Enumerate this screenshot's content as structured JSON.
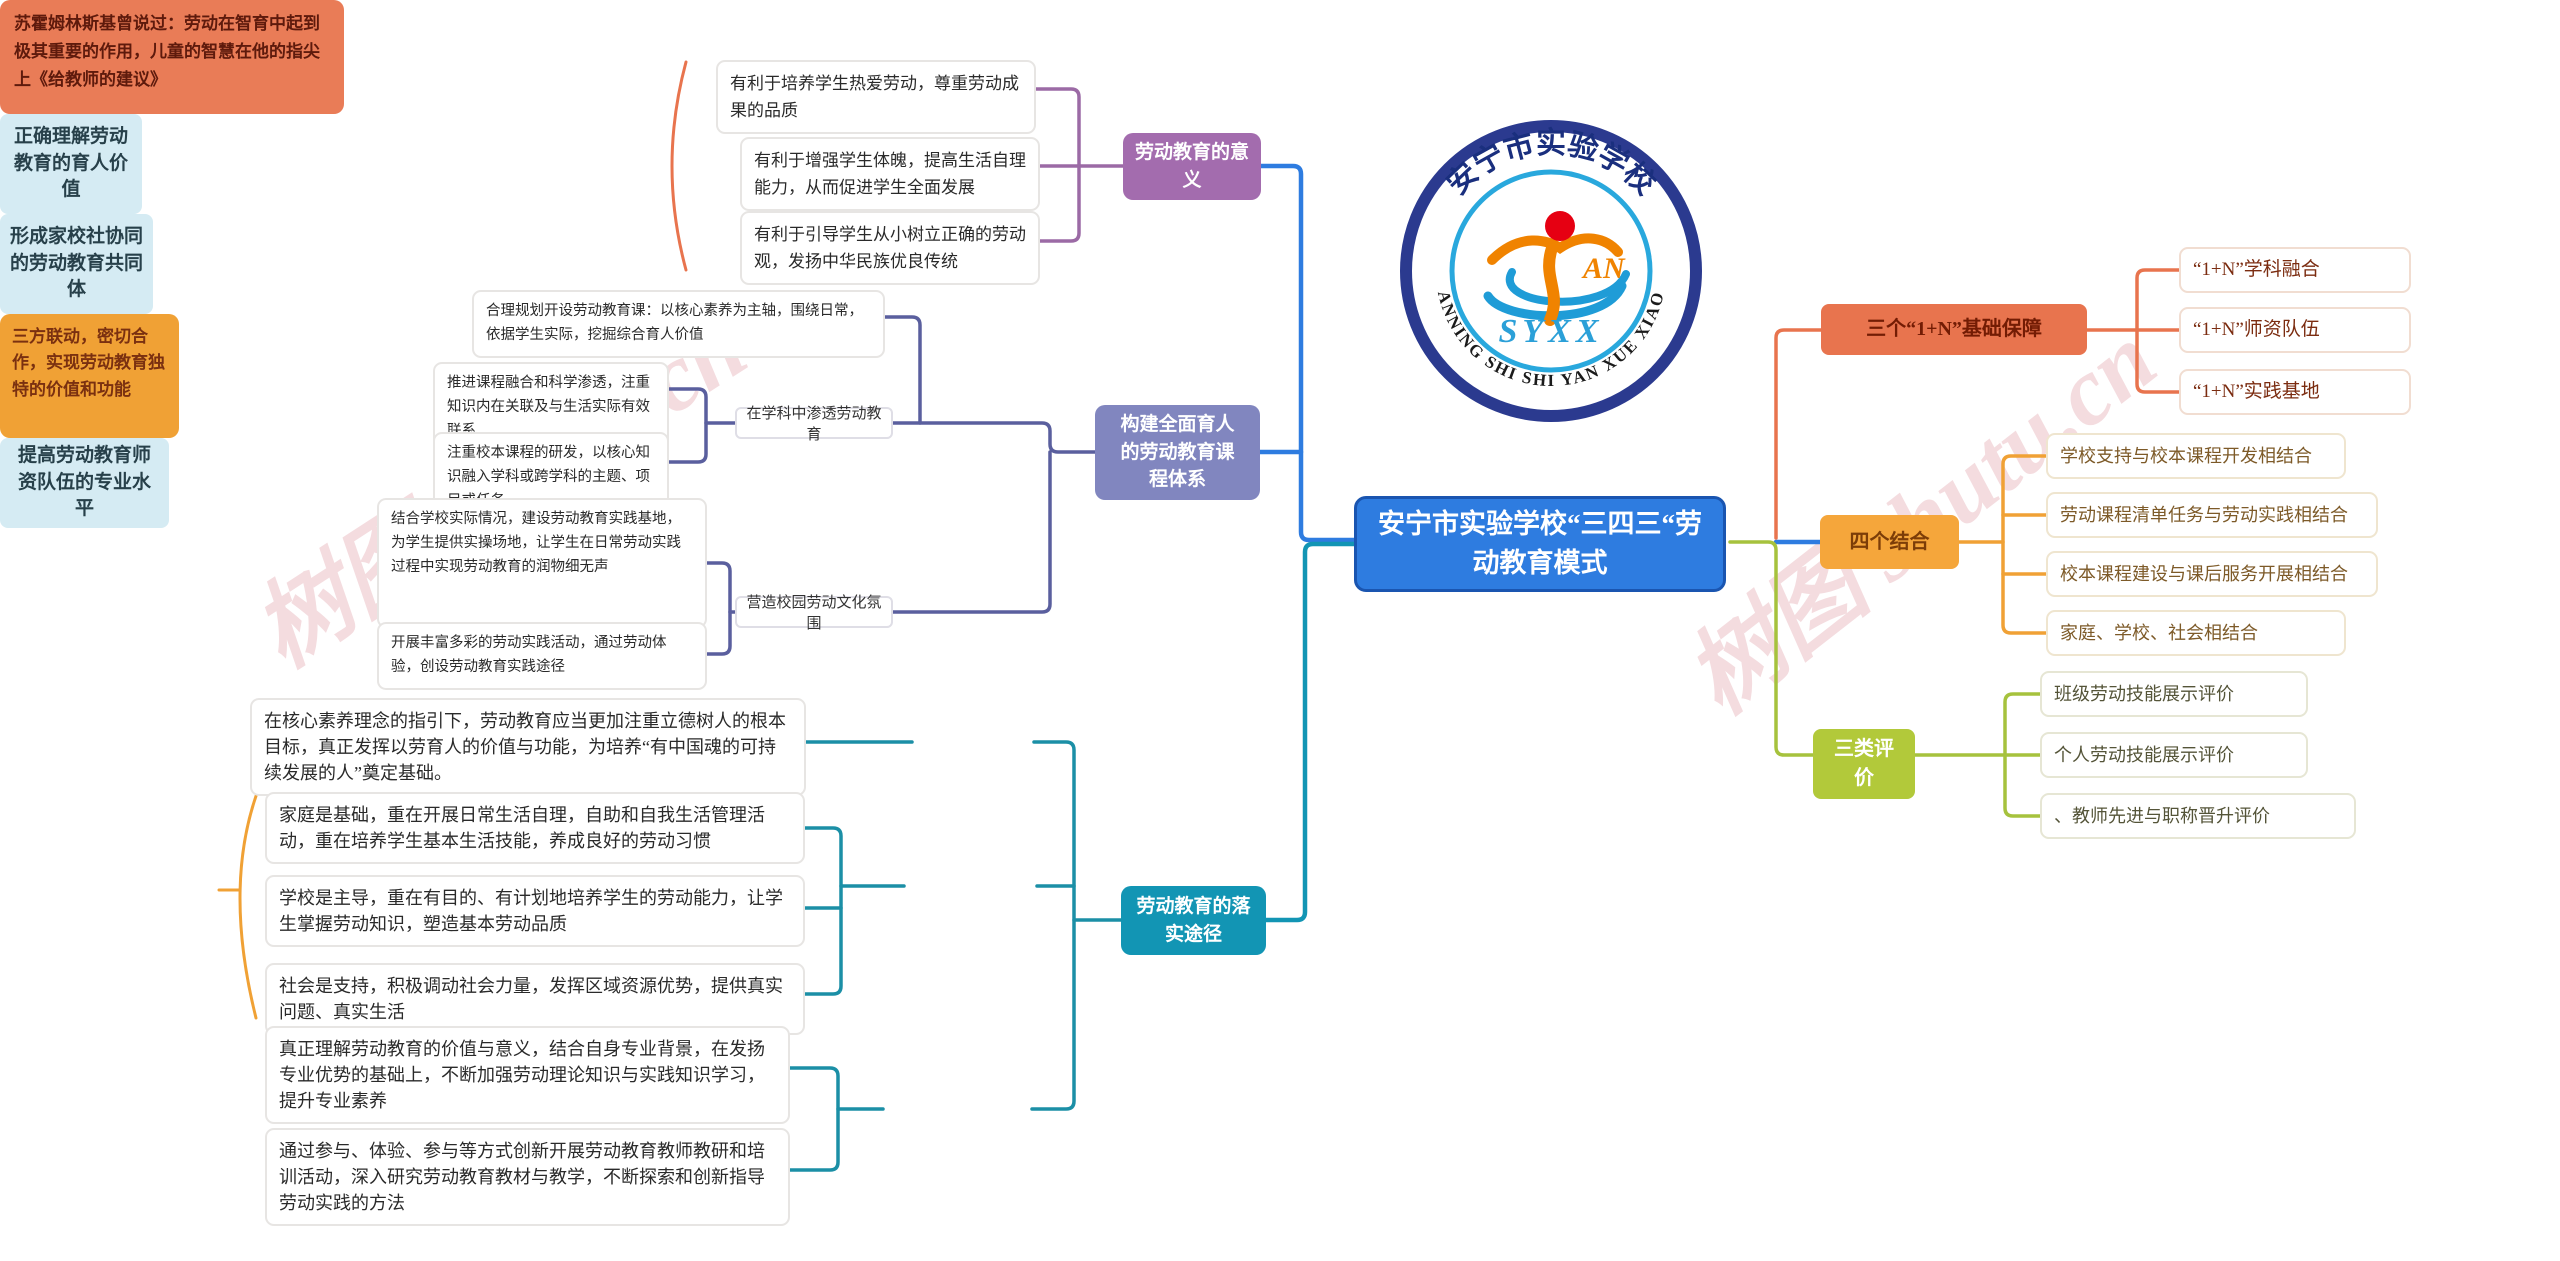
{
  "watermark": "树图 shutu.cn",
  "central": {
    "title": "安宁市实验学校“三四三“劳动教育模式"
  },
  "logo": {
    "arc_top": "安宁市实验学校",
    "arc_bottom": "ANNING SHI SHI YAN XUE XIAO",
    "monogram": "SYXX",
    "mark": "AN"
  },
  "meaning": {
    "label": "劳动教育的意义",
    "note": "苏霍姆林斯基曾说过：劳动在智育中起到极其重要的作用，儿童的智慧在他的指尖上《给教师的建议》",
    "items": [
      "有利于培养学生热爱劳动，尊重劳动成果的品质",
      "有利于增强学生体魄，提高生活自理能力，从而促进学生全面发展",
      "有利于引导学生从小树立正确的劳动观，发扬中华民族优良传统"
    ]
  },
  "curriculum": {
    "label": "构建全面育人的劳动教育课程体系",
    "groups": [
      {
        "label": "在学科中渗透劳动教育",
        "items": [
          "合理规划开设劳动教育课：以核心素养为主轴，围绕日常，依据学生实际，挖掘综合育人价值",
          "推进课程融合和科学渗透，注重知识内在关联及与生活实际有效联系",
          "注重校本课程的研发，以核心知识融入学科或跨学科的主题、项目或任务"
        ]
      },
      {
        "label": "营造校园劳动文化氛围",
        "items": [
          "结合学校实际情况，建设劳动教育实践基地，为学生提供实操场地，让学生在日常劳动实践过程中实现劳动教育的润物细无声",
          "开展丰富多彩的劳动实践活动，通过劳动体验，创设劳动教育实践途径"
        ]
      }
    ]
  },
  "implementation": {
    "label": "劳动教育的落实途径",
    "sections": [
      {
        "label": "正确理解劳动教育的育人价值",
        "items": [
          "在核心素养理念的指引下，劳动教育应当更加注重立德树人的根本目标，真正发挥以劳育人的价值与功能，为培养“有中国魂的可持续发展的人”奠定基础。"
        ]
      },
      {
        "label": "形成家校社协同的劳动教育共同体",
        "note": "三方联动，密切合作，实现劳动教育独特的价值和功能",
        "items": [
          "家庭是基础，重在开展日常生活自理，自助和自我生活管理活动，重在培养学生基本生活技能，养成良好的劳动习惯",
          "学校是主导，重在有目的、有计划地培养学生的劳动能力，让学生掌握劳动知识，塑造基本劳动品质",
          "社会是支持，积极调动社会力量，发挥区域资源优势，提供真实问题、真实生活"
        ]
      },
      {
        "label": "提高劳动教育师资队伍的专业水平",
        "items": [
          "真正理解劳动教育的价值与意义，结合自身专业背景，在发扬专业优势的基础上，不断加强劳动理论知识与实践知识学习，提升专业素养",
          "通过参与、体验、参与等方式创新开展劳动教育教师教研和培训活动，深入研究劳动教育教材与教学，不断探索和创新指导劳动实践的方法"
        ]
      }
    ]
  },
  "guarantee": {
    "label": "三个“1+N”基础保障",
    "items": [
      "“1+N”学科融合",
      "“1+N”师资队伍",
      "“1+N”实践基地"
    ]
  },
  "combination": {
    "label": "四个结合",
    "items": [
      "学校支持与校本课程开发相结合",
      "劳动课程清单任务与劳动实践相结合",
      "校本课程建设与课后服务开展相结合",
      "家庭、学校、社会相结合"
    ]
  },
  "evaluation": {
    "label": "三类评价",
    "items": [
      "班级劳动技能展示评价",
      "个人劳动技能展示评价",
      "、教师先进与职称晋升评价"
    ]
  },
  "colors": {
    "central_blue": "#2e7ce0",
    "meaning_purple": "#a36cae",
    "curriculum_violet": "#8186bf",
    "implementation_teal": "#1295b4",
    "guarantee_coral": "#e8744e",
    "combination_amber": "#f5a63b",
    "evaluation_green": "#b2c93a",
    "callout_orange": "#e97c57",
    "callout_amber": "#f0a135"
  }
}
